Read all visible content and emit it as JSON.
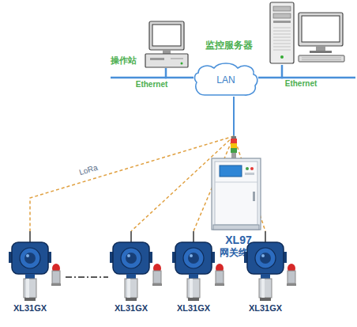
{
  "diagram": {
    "nodes": [
      {
        "text": [
          "操作站"
        ]
      },
      {
        "text": [
          "监控服务器"
        ]
      },
      {
        "text": [
          "LAN"
        ]
      },
      {
        "text": [
          "XL97",
          "网关终端"
        ]
      },
      {
        "text": [
          "XL31GX"
        ]
      },
      {
        "text": [
          "XL31GX"
        ]
      },
      {
        "text": [
          "XL31GX"
        ]
      },
      {
        "text": [
          "XL31GX"
        ]
      }
    ],
    "edges": [
      {
        "from": 0,
        "to": 2,
        "label": "Ethernet",
        "arrow": "none"
      },
      {
        "from": 1,
        "to": 2,
        "label": "Ethernet",
        "arrow": "none"
      },
      {
        "from": 2,
        "to": 3,
        "arrow": "none"
      },
      {
        "from": 3,
        "to": 4,
        "label": "LoRa",
        "arrow": "none"
      },
      {
        "from": 3,
        "to": 5,
        "arrow": "none"
      },
      {
        "from": 3,
        "to": 6,
        "arrow": "none"
      },
      {
        "from": 3,
        "to": 7,
        "arrow": "none"
      },
      {
        "from": 4,
        "to": 5,
        "arrow": "none"
      }
    ]
  }
}
